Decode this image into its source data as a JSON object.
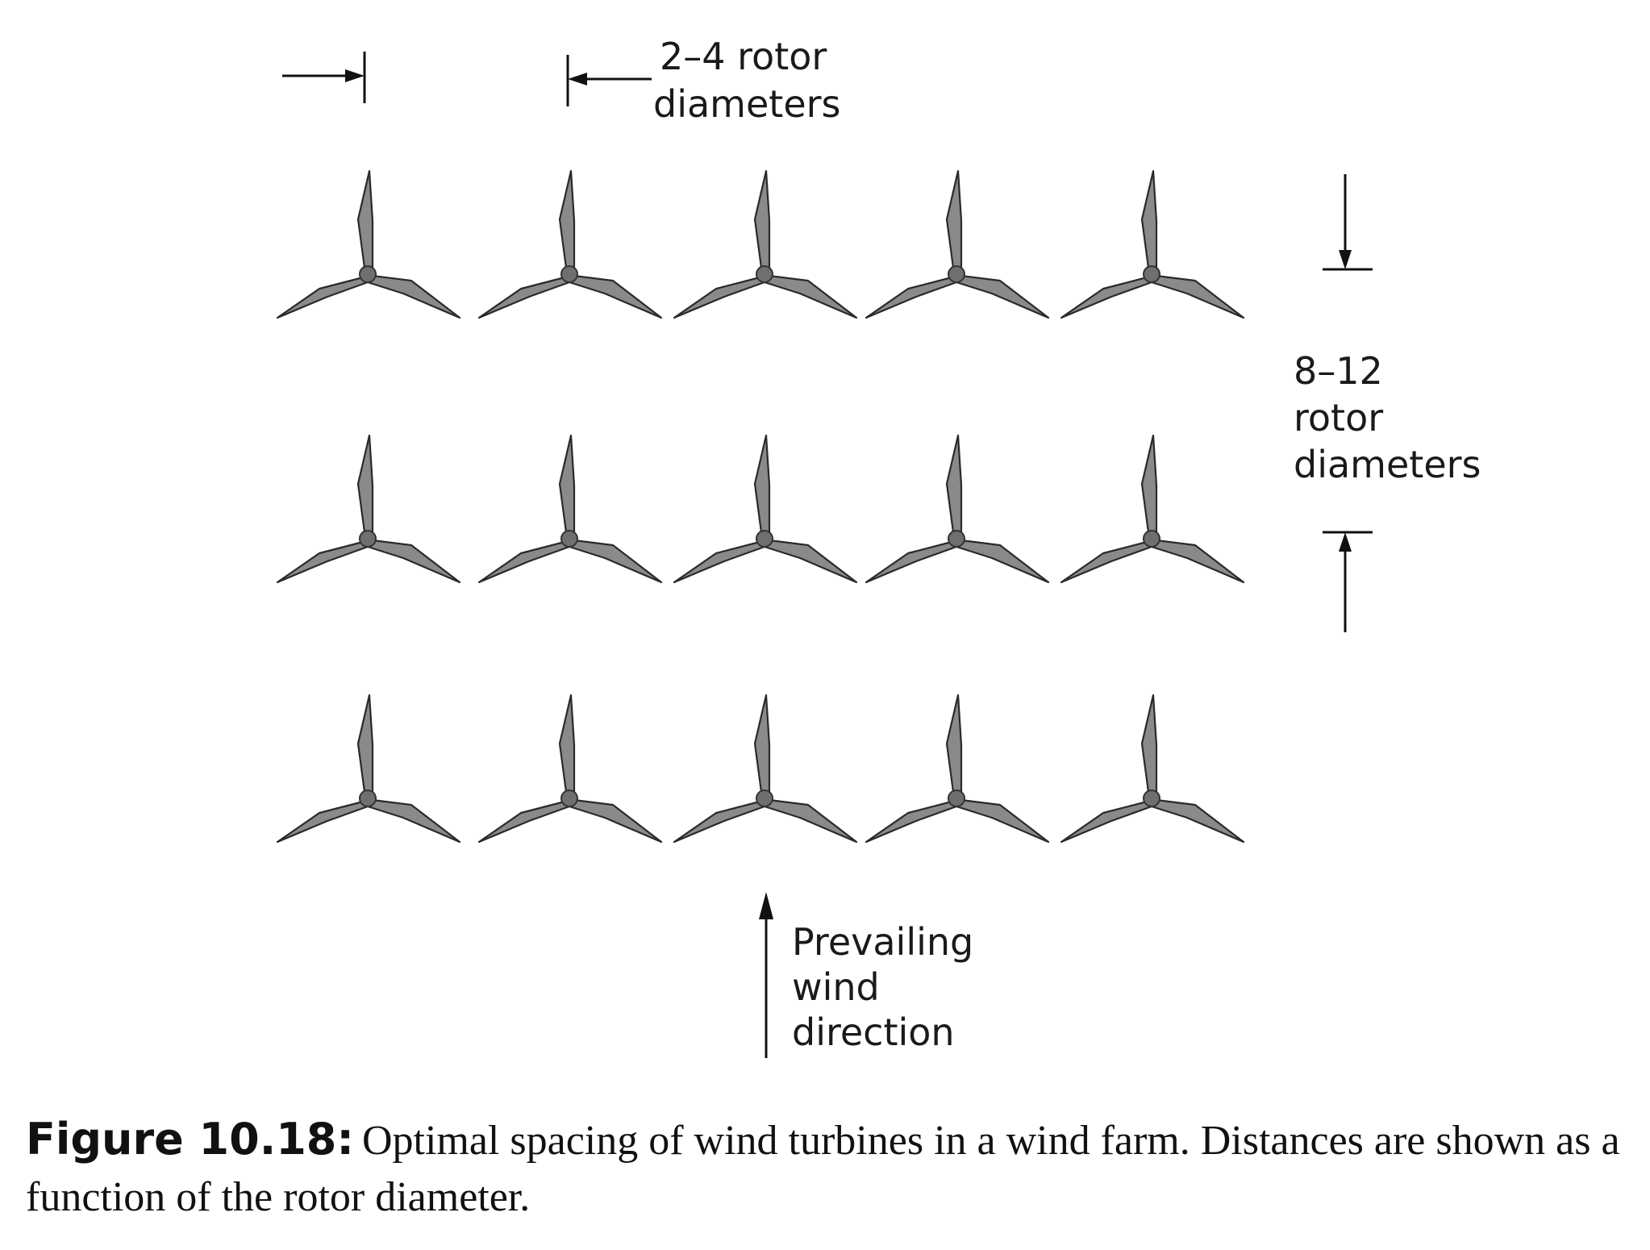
{
  "labels": {
    "horizontal_spacing": [
      "2–4 rotor",
      "diameters"
    ],
    "vertical_spacing": [
      "8–12",
      "rotor",
      "diameters"
    ],
    "wind": [
      "Prevailing",
      "wind",
      "direction"
    ]
  },
  "caption": {
    "label": "Figure 10.18:",
    "text": "Optimal spacing of wind turbines in a wind farm. Distances are shown as a function of the rotor diameter."
  },
  "layout": {
    "rows": 3,
    "turbines_per_row": 5
  }
}
